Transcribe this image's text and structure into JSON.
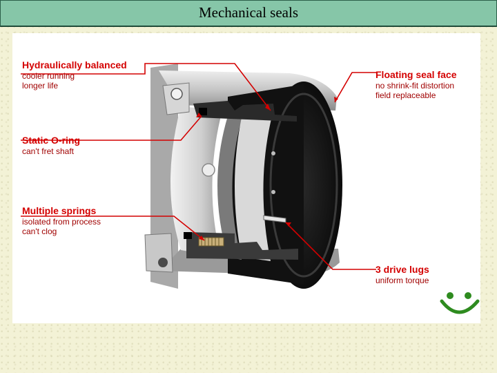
{
  "slide": {
    "title": "Mechanical seals"
  },
  "callouts": {
    "hydraulic": {
      "heading": "Hydraulically balanced",
      "lines": [
        "cooler running",
        "longer life"
      ]
    },
    "oring": {
      "heading": "Static O-ring",
      "lines": [
        "can't fret shaft"
      ]
    },
    "springs": {
      "heading": "Multiple springs",
      "lines": [
        "isolated from process",
        "can't clog"
      ]
    },
    "floating": {
      "heading": "Floating seal face",
      "lines": [
        "no shrink-fit distortion",
        "field replaceable"
      ]
    },
    "lugs": {
      "heading": "3 drive lugs",
      "lines": [
        "uniform torque"
      ]
    }
  },
  "colors": {
    "callout": "#d40000",
    "title_bar": "#86c6a8",
    "smiley": "#2e8b1f"
  },
  "icons": {
    "decoration": "smiley-face-icon"
  }
}
